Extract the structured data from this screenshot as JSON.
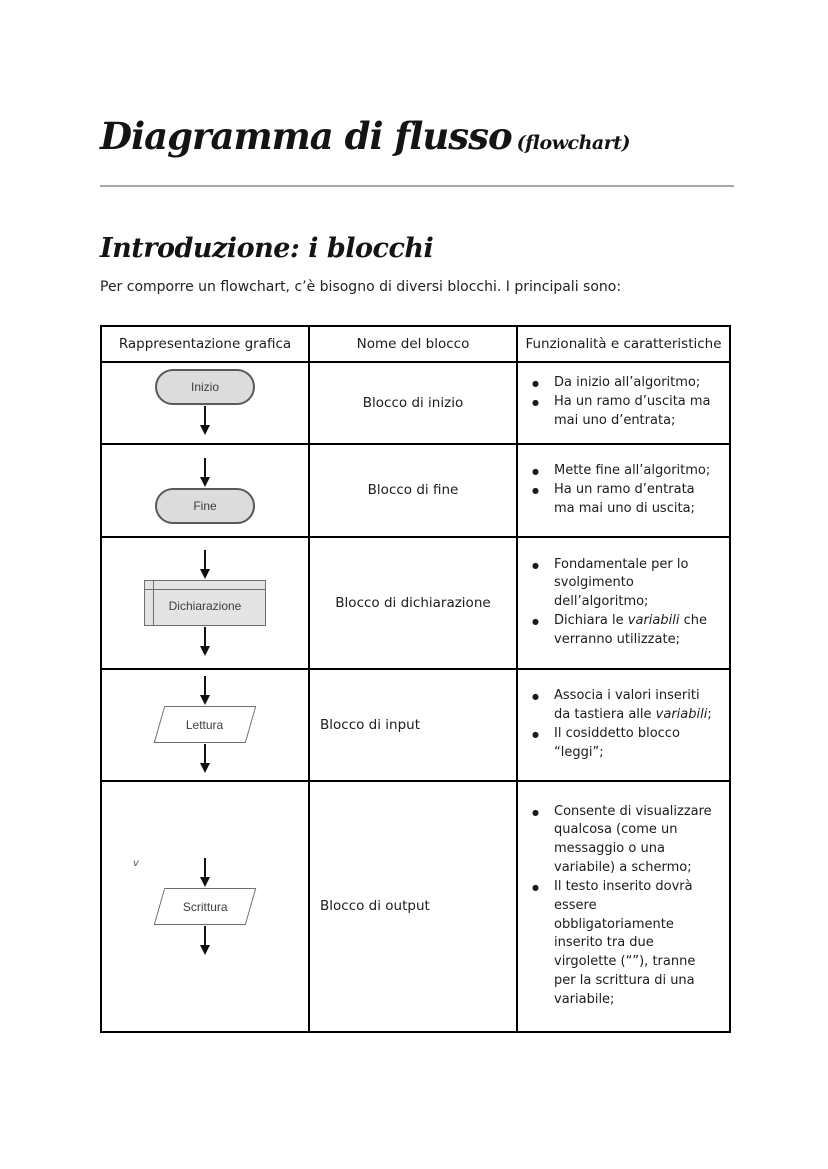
{
  "page": {
    "title": "Diagramma di flusso",
    "title_suffix": "(flowchart)",
    "section_heading": "Introduzione: i blocchi",
    "intro_text": "Per comporre un flowchart, c’è bisogno di diversi blocchi. I principali sono:"
  },
  "table": {
    "headers": [
      "Rappresentazione grafica",
      "Nome del blocco",
      "Funzionalità e caratteristiche"
    ],
    "rows": [
      {
        "shape": {
          "type": "terminator",
          "label": "Inizio",
          "arrow_above": false,
          "arrow_below": true
        },
        "name": "Blocco di inizio",
        "name_align": "center",
        "features": [
          "Da inizio all’algoritmo;",
          "Ha un ramo d’uscita ma mai uno d’entrata;"
        ]
      },
      {
        "shape": {
          "type": "terminator",
          "label": "Fine",
          "arrow_above": true,
          "arrow_below": false
        },
        "name": "Blocco di fine",
        "name_align": "center",
        "features": [
          "Mette fine all’algoritmo;",
          "Ha un ramo d’entrata ma mai uno di uscita;"
        ]
      },
      {
        "shape": {
          "type": "declaration",
          "label": "Dichiarazione",
          "arrow_above": true,
          "arrow_below": true
        },
        "name": "Blocco di dichiarazione",
        "name_align": "center",
        "features": [
          "Fondamentale per lo svolgimento dell’algoritmo;",
          "Dichiara le *variabili* che verranno utilizzate;"
        ]
      },
      {
        "shape": {
          "type": "parallelogram",
          "label": "Lettura",
          "arrow_above": true,
          "arrow_below": true
        },
        "name": "Blocco di input",
        "name_align": "left",
        "features": [
          "Associa i valori inseriti da tastiera alle *variabili*;",
          "Il cosiddetto blocco “leggi”;"
        ]
      },
      {
        "shape": {
          "type": "parallelogram",
          "label": "Scrittura",
          "arrow_above": true,
          "arrow_below": true,
          "stray_mark": "v"
        },
        "name": "Blocco di output",
        "name_align": "left",
        "features": [
          "Consente di visualizzare qualcosa (come un messaggio o una variabile) a schermo;",
          "Il testo inserito dovrà essere obbligatoriamente inserito tra due virgolette (“”), tranne per la scrittura di una variabile;"
        ]
      }
    ]
  },
  "colors": {
    "terminator_fill": "#dcdcdc",
    "terminator_border": "#595959",
    "declaration_fill": "#e4e4e4",
    "declaration_border": "#6e6e6e",
    "parallelogram_fill": "#ffffff",
    "parallelogram_border": "#6e6e6e",
    "table_border": "#000000",
    "divider_line": "#a6a6a6",
    "arrow": "#111111"
  }
}
